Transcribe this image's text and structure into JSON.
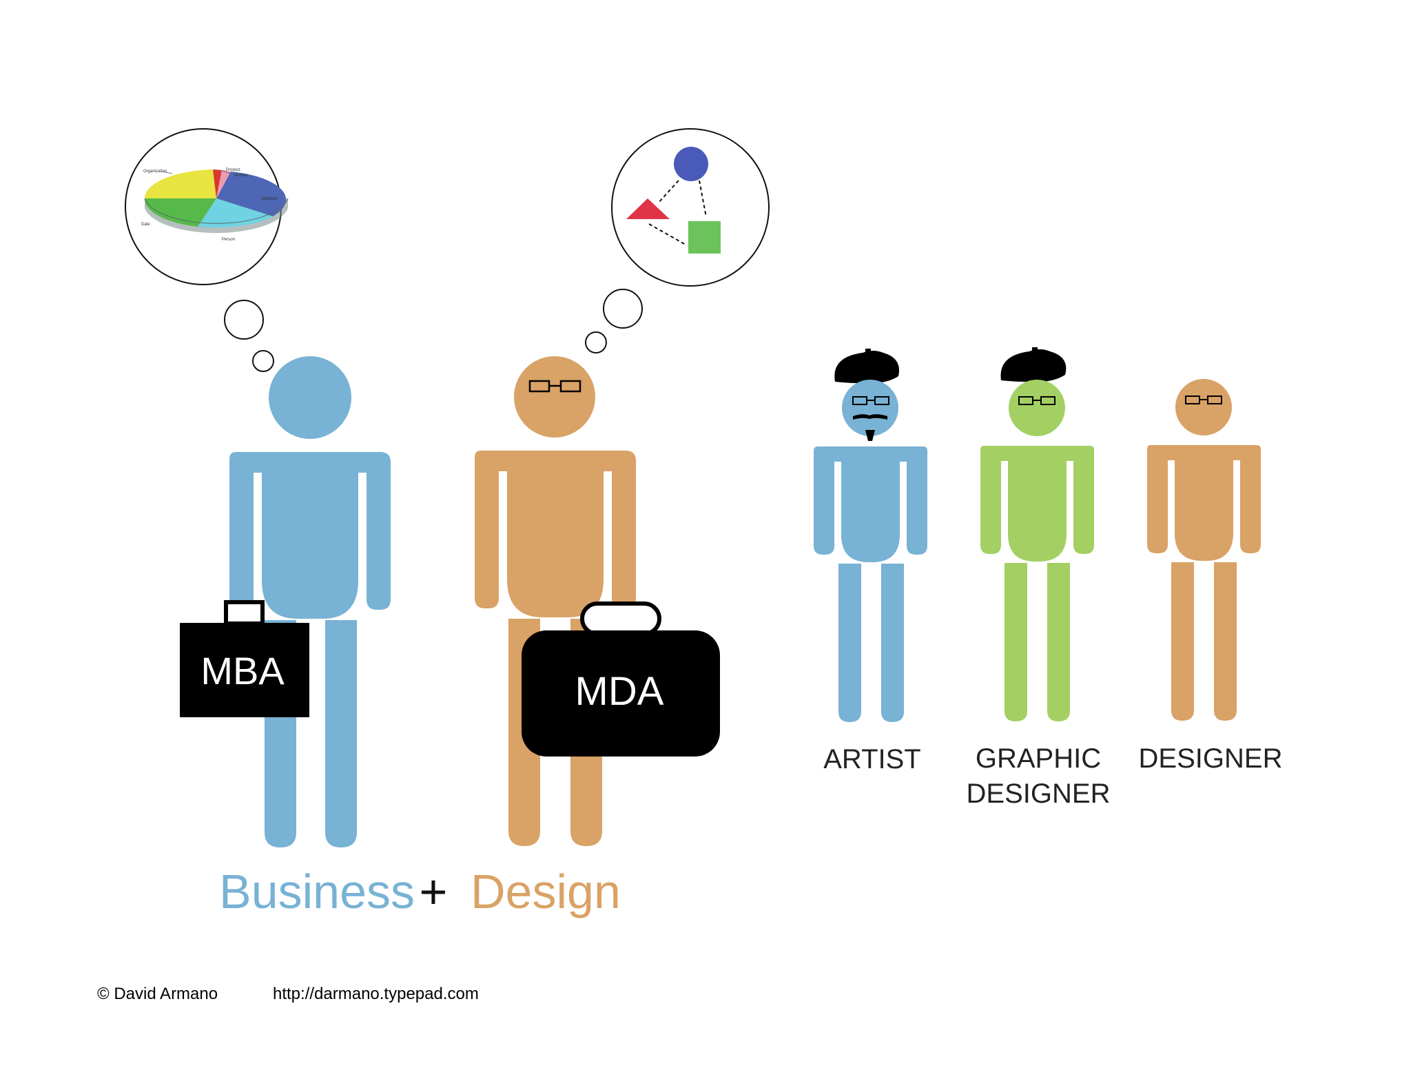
{
  "colors": {
    "business_blue": "#78b2d4",
    "design_orange": "#d9a266",
    "graphic_green": "#a3cf63",
    "black": "#000000",
    "shape_circle_blue": "#4a5ab8",
    "shape_triangle_red": "#e03347",
    "shape_square_green": "#6cc35b"
  },
  "pie_labels": {
    "organization": "Organization",
    "product": "Product",
    "product_line2": "territory",
    "location": "Location",
    "date": "Date",
    "person": "Person"
  },
  "briefcases": {
    "mba": "MBA",
    "mda": "MDA"
  },
  "heading": {
    "business": "Business",
    "plus": "+",
    "design": "Design"
  },
  "roles": {
    "artist": "ARTIST",
    "graphic_line1": "GRAPHIC",
    "graphic_line2": "DESIGNER",
    "designer": "DESIGNER"
  },
  "footer": {
    "credit": "© David Armano",
    "url": "http://darmano.typepad.com"
  }
}
